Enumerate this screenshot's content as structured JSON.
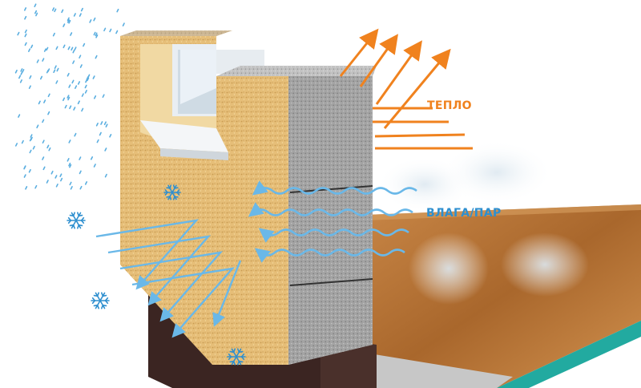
{
  "labels": {
    "heat": "ТЕПЛО",
    "moisture": "ВЛАГА/ПАР"
  },
  "colors": {
    "heat": "#f0821e",
    "moisture": "#2e8fcf",
    "insulation": "#e8c27a",
    "block": "#9a9a9a",
    "floor": "#b8773a",
    "membrane": "#22aaa0",
    "foundation": "#3b2522",
    "rain": "#5aaee0",
    "cold_arrow": "#6ab8e8"
  },
  "icons": [
    "snowflake-icon",
    "rain-drops",
    "heat-arrow-icon",
    "moisture-wave-arrow-icon",
    "cold-zigzag-arrow-icon"
  ]
}
